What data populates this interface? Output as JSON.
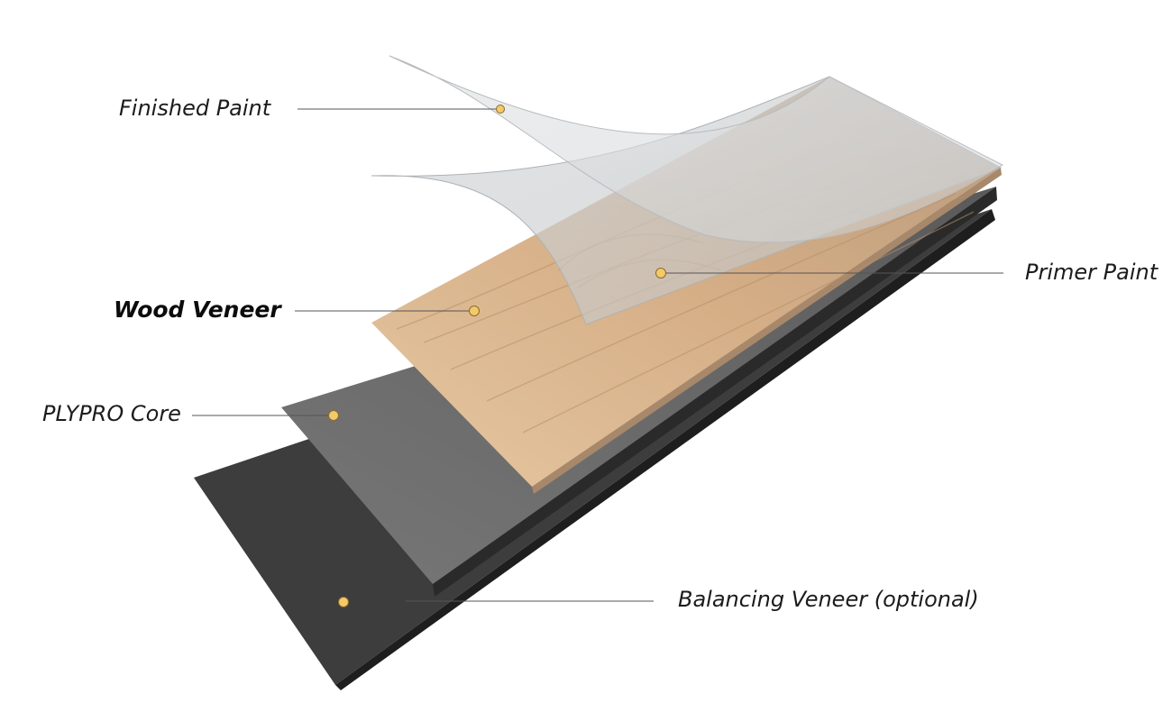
{
  "layers": [
    {
      "id": "finished-paint",
      "label": "Finished Paint",
      "emphasis": false
    },
    {
      "id": "primer-paint",
      "label": "Primer Paint",
      "emphasis": false
    },
    {
      "id": "wood-veneer",
      "label": "Wood Veneer",
      "emphasis": true
    },
    {
      "id": "plypro-core",
      "label": "PLYPRO Core",
      "emphasis": false
    },
    {
      "id": "balancing-veneer",
      "label": "Balancing Veneer (optional)",
      "emphasis": false
    }
  ],
  "colors": {
    "marker": "#f4c96a",
    "leader_line": "#555555",
    "wood": "#d9b48c",
    "core": "#6e6e6e",
    "balancing": "#3b3b3b",
    "film": "#cfd2d4"
  }
}
